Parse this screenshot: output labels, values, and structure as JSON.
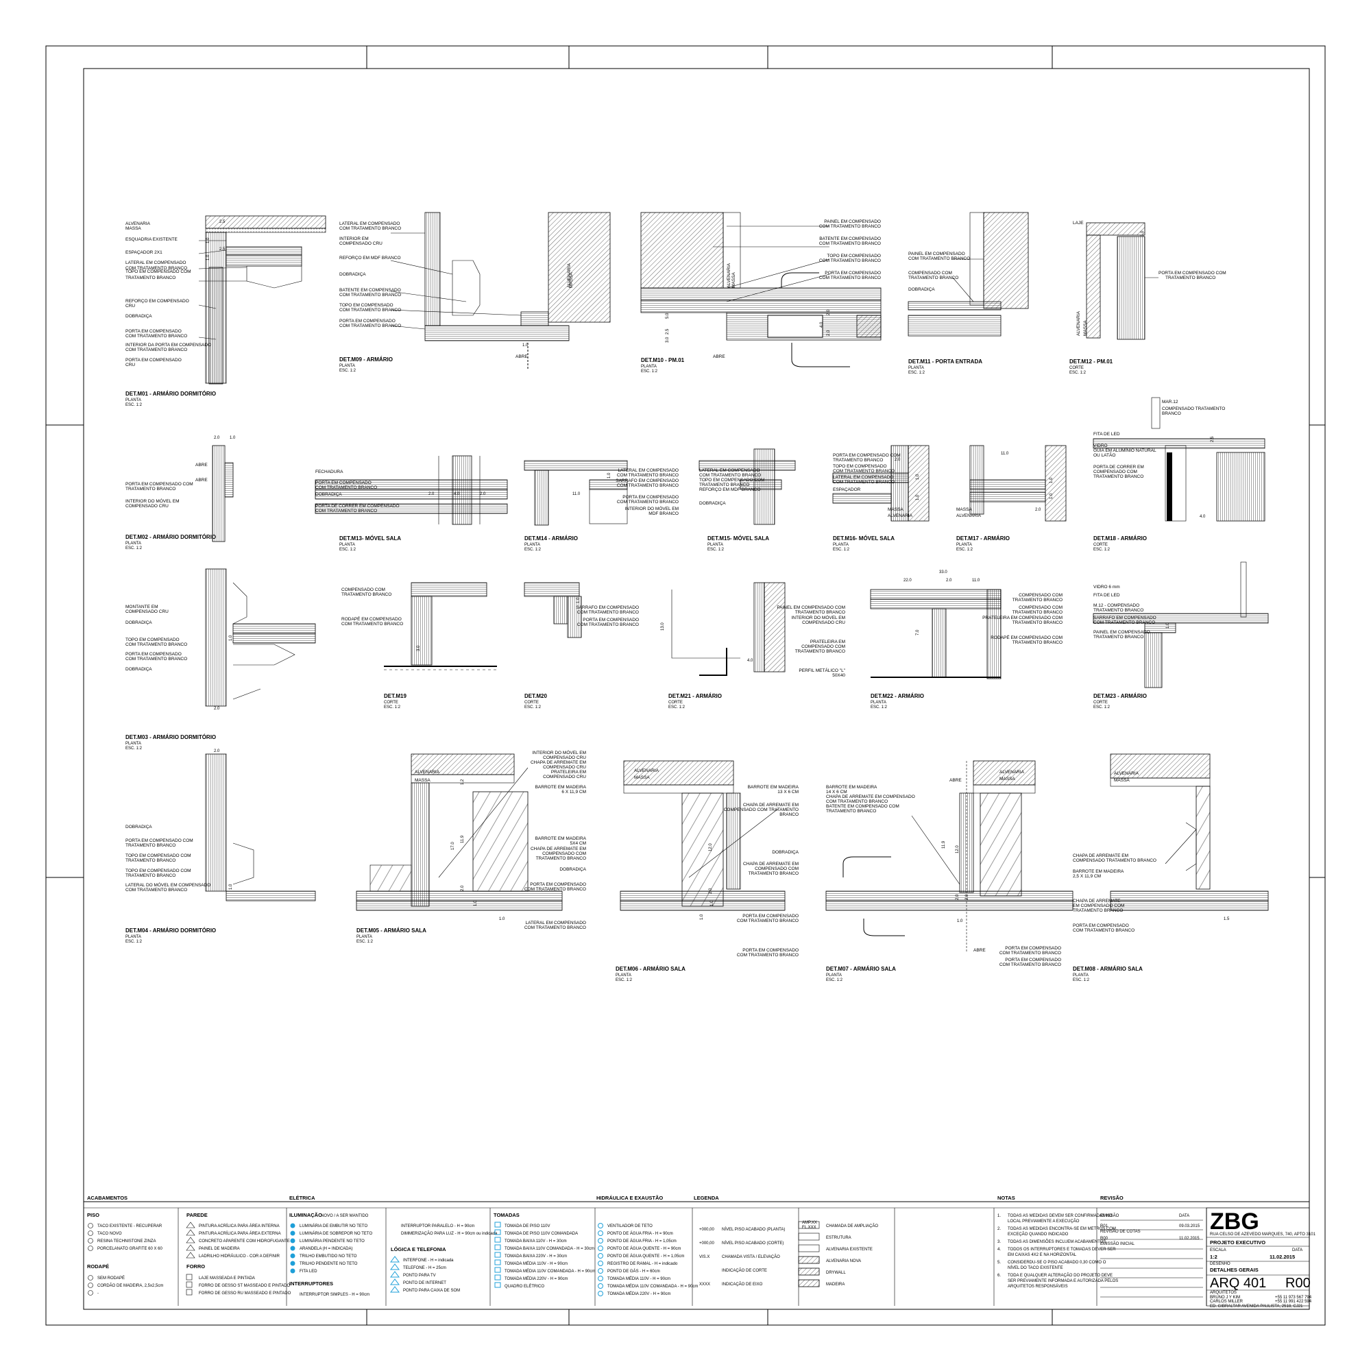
{
  "details": [
    {
      "id": "m01",
      "title": "DET.M01 - ARMÁRIO  DORMITÓRIO",
      "view": "PLANTA",
      "scale": "ESC. 1:2",
      "labels": [
        "ALVENARIA",
        "MASSA",
        "ESQUADRIA EXISTENTE",
        "ESPAÇADOR 2X1",
        "LATERAL EM COMPENSADO",
        "COM TRATAMENTO BRANCO",
        "TOPO EM COMPENSADO COM",
        "TRATAMENTO BRANCO",
        "REFORÇO EM COMPENSADO",
        "CRU",
        "DOBRADIÇA",
        "PORTA EM COMPENSADO",
        "COM TRATAMENTO BRANCO",
        "INTERIOR DA PORTA EM COMPENSADO",
        "COM TRATAMENTO BRANCO",
        "PORTA EM COMPENSADO",
        "CRU"
      ],
      "dims": [
        "2.5",
        "1.0",
        "1.0",
        "2.5"
      ]
    },
    {
      "id": "m09",
      "title": "DET.M09 -  ARMÁRIO",
      "view": "PLANTA",
      "scale": "ESC. 1:2",
      "labels": [
        "LATERAL EM COMPENSADO",
        "COM TRATAMENTO BRANCO",
        "INTERIOR EM",
        "COMPENSADO CRU",
        "REFORÇO EM MDF BRANCO",
        "DOBRADIÇA",
        "BATENTE EM COMPENSADO",
        "COM TRATAMENTO BRANCO",
        "TOPO EM COMPENSADO",
        "COM TRATAMENTO BRANCO",
        "PORTA EM COMPENSADO",
        "COM TRATAMENTO BRANCO",
        "MASSA",
        "ALVENARIA",
        "ABRE"
      ],
      "dims": [
        "1.0"
      ]
    },
    {
      "id": "m10",
      "title": "DET.M10 - PM.01",
      "view": "PLANTA",
      "scale": "ESC. 1:2",
      "labels": [
        "PAINEL EM COMPENSADO",
        "COM TRATAMENTO BRANCO",
        "BATENTE EM COMPENSADO",
        "COM TRATAMENTO BRANCO",
        "TOPO EM COMPENSADO",
        "COM TRATAMENTO BRANCO",
        "PORTA EM COMPENSADO",
        "COM TRATAMENTO BRANCO",
        "ALVENARIA",
        "MASSA",
        "ABRE"
      ],
      "dims": [
        "5.0",
        "2.5",
        "3.0",
        "4.0",
        "2.0",
        "2.0"
      ]
    },
    {
      "id": "m11",
      "title": "DET.M11 - PORTA ENTRADA",
      "view": "PLANTA",
      "scale": "ESC. 1:2",
      "labels": [
        "PAINEL EM COMPENSADO",
        "COM TRATAMENTO BRANCO",
        "COMPENSADO COM",
        "TRATAMENTO BRANCO",
        "DOBRADIÇA"
      ],
      "dims": []
    },
    {
      "id": "m12",
      "title": "DET.M12 -  PM.01",
      "view": "CORTE",
      "scale": "ESC. 1:2",
      "labels": [
        "LAJE",
        "PORTA EM COMPENSADO COM",
        "TRATAMENTO BRANCO",
        "ALVENARIA",
        "MASSA"
      ],
      "dims": [
        "1.0"
      ]
    },
    {
      "id": "m02",
      "title": "DET.M02 - ARMÁRIO  DORMITÓRIO",
      "view": "PLANTA",
      "scale": "ESC. 1:2",
      "labels": [
        "ABRE",
        "ABRE",
        "PORTA EM COMPENSADO COM",
        "TRATAMENTO BRANCO",
        "INTERIOR DO MÓVEL EM",
        "COMPENSADO CRU"
      ],
      "dims": [
        "2.0",
        "1.0"
      ]
    },
    {
      "id": "m13",
      "title": "DET.M13- MÓVEL SALA",
      "view": "PLANTA",
      "scale": "ESC. 1:2",
      "labels": [
        "FECHADURA",
        "PORTA EM COMPENSADO",
        "COM TRATAMENTO BRANCO",
        "DOBRADIÇA",
        "PORTA DE CORRER EM COMPENSADO",
        "COM TRATAMENTO BRANCO"
      ],
      "dims": [
        "2.0",
        "4.0",
        "2.0"
      ]
    },
    {
      "id": "m14",
      "title": "DET.M14 -  ARMÁRIO",
      "view": "PLANTA",
      "scale": "ESC. 1:2",
      "labels": [
        "LATERAL EM COMPENSADO",
        "COM TRATAMENTO BRANCO",
        "SARRAFO EM COMPENSADO",
        "COM TRATAMENTO BRANCO",
        "PORTA EM COMPENSADO",
        "COM TRATAMENTO BRANCO",
        "INTERIOR DO MÓVEL EM",
        "MDF BRANCO"
      ],
      "dims": [
        "11.0",
        "1.0"
      ]
    },
    {
      "id": "m15",
      "title": "DET.M15- MÓVEL SALA",
      "view": "PLANTA",
      "scale": "ESC. 1:2",
      "labels": [
        "LATERAL EM COMPENSADO",
        "COM TRATAMENTO BRANCO",
        "TOPO EM COMPENSADO COM",
        "TRATAMENTO BRANCO",
        "REFORÇO EM MDF BRANCO",
        "DOBRADIÇA"
      ],
      "dims": []
    },
    {
      "id": "m16",
      "title": "DET.M16- MÓVEL SALA",
      "view": "PLANTA",
      "scale": "ESC. 1:2",
      "labels": [
        "PORTA EM COMPENSADO COM",
        "TRATAMENTO BRANCO",
        "TOPO EM COMPENSADO",
        "COM TRATAMENTO BRANCO",
        "LATERAL EM COMPENSADO",
        "COM TRATAMENTO BRANCO",
        "ESPAÇADOR",
        "MASSA",
        "ALVENARIA"
      ],
      "dims": [
        "2.0",
        "1.0",
        "1.0"
      ]
    },
    {
      "id": "m17",
      "title": "DET.M17 -  ARMÁRIO",
      "view": "PLANTA",
      "scale": "ESC. 1:2",
      "labels": [
        "MASSA",
        "ALVENARIA"
      ],
      "dims": [
        "11.0",
        "1.0",
        "1.0",
        "2.0"
      ]
    },
    {
      "id": "m18",
      "title": "DET.M18 -  ARMÁRIO",
      "view": "CORTE",
      "scale": "ESC. 1:2",
      "labels": [
        "MAR.12",
        "COMPENSADO TRATAMENTO",
        "BRANCO",
        "FITA DE LED",
        "VIDRO",
        "GUIA EM ALUMÍNIO NATURAL",
        "OU LATÃO",
        "PORTA DE CORRER EM",
        "COMPENSADO COM",
        "TRATAMENTO BRANCO"
      ],
      "dims": [
        "2.5",
        "4.0"
      ]
    },
    {
      "id": "m03",
      "title": "DET.M03 - ARMÁRIO  DORMITÓRIO",
      "view": "PLANTA",
      "scale": "ESC. 1:2",
      "labels": [
        "MONTANTE  EM",
        "COMPENSADO CRU",
        "DOBRADIÇA",
        "TOPO EM COMPENSADO",
        "COM TRATAMENTO BRANCO",
        "PORTA  EM COMPENSADO",
        "COM TRATAMENTO BRANCO",
        "DOBRADIÇA"
      ],
      "dims": [
        "2.0",
        "1.0"
      ]
    },
    {
      "id": "m19",
      "title": "DET.M19",
      "view": "CORTE",
      "scale": "ESC. 1:2",
      "labels": [
        "COMPENSADO COM",
        "TRATAMENTO BRANCO",
        "RODAPÉ EM COMPENSADO",
        "COM TRATAMENTO BRANCO"
      ],
      "dims": [
        "3.0"
      ]
    },
    {
      "id": "m20",
      "title": "DET.M20",
      "view": "CORTE",
      "scale": "ESC. 1:2",
      "labels": [
        "SARRAFO EM COMPENSADO",
        "COM TRATAMENTO BRANCO",
        "PORTA EM COMPENSADO",
        "COM TRATAMENTO BRANCO"
      ],
      "dims": [
        "1.0"
      ]
    },
    {
      "id": "m21",
      "title": "DET.M21 -  ARMÁRIO",
      "view": "CORTE",
      "scale": "ESC. 1:2",
      "labels": [
        "PAINEL EM COMPENSADO COM",
        "TRATAMENTO BRANCO",
        "INTERIOR DO MÓVEL EM",
        "COMPENSADO CRU",
        "PRATELEIRA EM",
        "COMPENSADO COM",
        "TRATAMENTO BRANCO",
        "PERFIL METÁLICO \"L\"",
        "50X40"
      ],
      "dims": [
        "13.0",
        "4.0"
      ]
    },
    {
      "id": "m22",
      "title": "DET.M22 -  ARMÁRIO",
      "view": "PLANTA",
      "scale": "ESC. 1:2",
      "labels": [
        "COMPENSADO COM",
        "TRATAMENTO BRANCO",
        "COMPENSADO COM",
        "TRATAMENTO BRANCO",
        "PRATELEIRA EM COMPENSADO COM",
        "TRATAMENTO BRANCO",
        "RODAPÉ EM COMPENSADO COM",
        "TRATAMENTO BRANCO"
      ],
      "dims": [
        "33.0",
        "22.0",
        "2.0",
        "11.0",
        "7.0"
      ]
    },
    {
      "id": "m23",
      "title": "DET.M23 -  ARMÁRIO",
      "view": "CORTE",
      "scale": "ESC. 1:2",
      "labels": [
        "VIDRO 6 mm",
        "FITA DE LED",
        "M.12 - COMPENSADO",
        "TRATAMENTO BRANCO",
        "SARRAFO EM COMPENSADO",
        "COM TRATAMENTO BRANCO",
        "PAINEL EM COMPENSADO",
        "TRATAMENTO BRANCO"
      ],
      "dims": [
        "1.0"
      ]
    },
    {
      "id": "m04",
      "title": "DET.M04 - ARMÁRIO  DORMITÓRIO",
      "view": "PLANTA",
      "scale": "ESC. 1:2",
      "labels": [
        "DOBRADIÇA",
        "PORTA EM COMPENSADO COM",
        "TRATAMENTO BRANCO",
        "TOPO EM COMPENSADO COM",
        "TRATAMENTO BRANCO",
        "TOPO EM COMPENSADO COM",
        "TRATAMENTO BRANCO",
        "LATERAL DO MÓVEL EM COMPENSADO",
        "COM TRATAMENTO BRANCO"
      ],
      "dims": [
        "2.0",
        "1.0"
      ]
    },
    {
      "id": "m05",
      "title": "DET.M05 -  ARMÁRIO SALA",
      "view": "PLANTA",
      "scale": "ESC. 1:2",
      "labels": [
        "INTERIOR DO MÓVEL EM",
        "COMPENSADO CRU",
        "CHAPA DE ARREMATE EM",
        "COMPENSADO CRU",
        "PRATELEIRA EM",
        "COMPENSADO CRU",
        "BARROTE EM MADEIRA",
        "6 X 11,9 CM",
        "BARROTE EM MADEIRA",
        "5X4 CM",
        "CHAPA DE ARREMATE EM",
        "COMPENSADO COM",
        "TRATAMENTO BRANCO",
        "DOBRADIÇA",
        "PORTA EM COMPENSADO",
        "COM TRATAMENTO BRANCO",
        "LATERAL EM COMPENSADO",
        "COM TRATAMENTO BRANCO",
        "ALVENARIA",
        "MASSA"
      ],
      "dims": [
        "1.2",
        "11.9",
        "17.0",
        "2.0",
        "1.0",
        "1.0"
      ]
    },
    {
      "id": "m06",
      "title": "DET.M06 -  ARMÁRIO SALA",
      "view": "PLANTA",
      "scale": "ESC. 1:2",
      "labels": [
        "BARROTE EM MADEIRA",
        "13 X 6 CM",
        "CHAPA DE ARREMATE EM",
        "COMPENSADO COM TRATAMENTO",
        "BRANCO",
        "DOBRADIÇA",
        "CHAPA DE ARREMATE EM",
        "COMPENSADO COM",
        "TRATAMENTO BRANCO",
        "PORTA EM COMPENSADO",
        "COM TRATAMENTO BRANCO",
        "PORTA EM COMPENSADO",
        "COM TRATAMENTO BRANCO",
        "ALVENARIA",
        "MASSA"
      ],
      "dims": [
        "12.0",
        "2.0",
        "1.0",
        "1.0"
      ]
    },
    {
      "id": "m07",
      "title": "DET.M07 -  ARMÁRIO SALA",
      "view": "PLANTA",
      "scale": "ESC. 1:2",
      "labels": [
        "BARROTE EM MADEIRA",
        "14 X 6 CM",
        "CHAPA DE ARREMATE EM COMPENSADO",
        "COM TRATAMENTO BRANCO",
        "BATENTE EM COMPENSADO COM",
        "TRATAMENTO BRANCO",
        "ABRE",
        "ABRE",
        "PORTA EM COMPENSADO",
        "COM TRATAMENTO BRANCO",
        "PORTA EM COMPENSADO",
        "COM TRATAMENTO BRANCO",
        "ALVENARIA",
        "MASSA"
      ],
      "dims": [
        "11.9",
        "12.0",
        "2.0",
        "2.0",
        "1.0"
      ]
    },
    {
      "id": "m08",
      "title": "DET.M08 -  ARMÁRIO SALA",
      "view": "PLANTA",
      "scale": "ESC. 1:2",
      "labels": [
        "CHAPA DE ARREMATE EM",
        "COMPENSADO TRATAMENTO BRANCO",
        "BARROTE EM MADEIRA",
        "2,5 X 11,9 CM",
        "CHAPA DE ARREMATE",
        "EM COMPENSADO COM",
        "TRATAMENTO BRANCO",
        "PORTA EM COMPENSADO",
        "COM TRATAMENTO BRANCO",
        "ALVENARIA",
        "MASSA"
      ],
      "dims": [
        "1.5"
      ]
    }
  ],
  "legend": {
    "acabamentos": {
      "heading": "ACABAMENTOS",
      "piso_title": "PISO",
      "piso": [
        "TACO EXISTENTE - RECUPERAR",
        "TACO NOVO",
        "RESINA TECHNISTONE ZINZA",
        "PORCELANATO GRAFITE 60 X 60"
      ],
      "rodape_title": "RODAPÉ",
      "rodape": [
        "SEM RODAPÉ",
        "CORDÃO DE MADEIRA, 2,5x2,5cm",
        "-"
      ],
      "parede_title": "PAREDE",
      "parede": [
        "PINTURA ACRÍLICA PARA ÁREA INTERNA",
        "PINTURA ACRÍLICA PARA ÁREA EXTERNA",
        "CONCRETO APARENTE COM HIDROFUGANTE",
        "PAINEL DE MADEIRA",
        "LADRILHO HIDRÁULICO - COR A DEFINIR"
      ],
      "forro_title": "FORRO",
      "forro": [
        "LAJE MASSEADA E PINTADA",
        "FORRO DE GESSO ST MASSEADO E PINTADO",
        "FORRO DE GESSO RU MASSEADO E PINTADO"
      ]
    },
    "eletrica": {
      "heading": "ELÉTRICA",
      "iluminacao_title": "ILUMINAÇÃO",
      "iluminacao_note": "NOVO / A SER MANTIDO",
      "iluminacao": [
        "LUMINÁRIA DE EMBUTIR NO TETO",
        "LUMINÁRIA DE SOBREPOR NO TETO",
        "LUMINÁRIA PENDENTE NO TETO",
        "ARANDELA (H = INDICADA)",
        "TRILHO EMBUTIDO NO TETO",
        "TRILHO PENDENTE NO TETO",
        "FITA LED"
      ],
      "interruptores_title": "INTERRUPTORES",
      "interruptores": [
        "INTERRUPTOR SIMPLES - H = 90cm"
      ],
      "col2": [
        "INTERRUPTOR PARALELO - H = 90cm",
        "DIMMERIZAÇÃO PARA LUZ - H = 90cm ou indicada"
      ],
      "logica_title": "LÓGICA E TELEFONIA",
      "logica": [
        "INTERFONE - H = indicada",
        "TELEFONE - H = 25cm",
        "PONTO PARA TV",
        "PONTO DE INTERNET",
        "PONTO PARA CAIXA DE SOM"
      ],
      "tomadas_title": "TOMADAS",
      "tomadas": [
        "TOMADA DE PISO 110V",
        "TOMADA DE PISO 110V COMANDADA",
        "TOMADA BAIXA 110V - H = 30cm",
        "TOMADA BAIXA 110V COMANDADA - H = 30cm",
        "TOMADA BAIXA 220V - H = 30cm",
        "TOMADA MÉDIA 110V - H = 90cm",
        "TOMADA MÉDIA 110V COMANDADA - H = 90cm",
        "TOMADA MÉDIA 220V - H = 90cm",
        "QUADRO ELÉTRICO"
      ]
    },
    "hidraulica": {
      "heading": "HIDRÁULICA E EXAUSTÃO",
      "items": [
        "VENTILADOR DE TETO",
        "PONTO DE ÁGUA FRIA - H = 90cm",
        "PONTO DE ÁGUA FRIA - H = 1,05cm",
        "PONTO DE ÁGUA QUENTE - H = 90cm",
        "PONTO DE ÁGUA QUENTE - H = 1,05cm",
        "REGISTRO DE RAMAL - H = indicado",
        "PONTO DE GÁS - H = 60cm",
        "TOMADA MÉDIA 110V - H = 90cm",
        "TOMADA MÉDIA 110V COMANDADA - H = 90cm",
        "TOMADA MÉDIA 220V - H = 90cm"
      ]
    },
    "legenda": {
      "heading": "LEGENDA",
      "items": [
        "NÍVEL PISO ACABADO (PLANTA)",
        "NÍVEL PISO ACABADO (CORTE)",
        "CHAMADA VISTA / ELEVAÇÃO",
        "INDICAÇÃO DE CORTE",
        "INDICAÇÃO DE EIXO"
      ],
      "item_marks": [
        "+000,00",
        "+000,00",
        "VIS.X",
        "",
        "XXXX"
      ],
      "items2": [
        "CHAMADA DE AMPLIAÇÃO",
        "ESTRUTURA",
        "ALVENARIA EXISTENTE",
        "ALVENARIA NOVA",
        "DRYWALL",
        "MADEIRA"
      ],
      "amp_mark": [
        "AMP.XX",
        "FL.XXX"
      ]
    },
    "notas": {
      "heading": "NOTAS",
      "items": [
        "TODAS AS MEDIDAS DEVEM SER CONFIRMADAS NO LOCAL PREVIAMENTE A EXECUÇÃO",
        "TODAS AS MEDIDAS ENCONTRA-SE EM METROS COM EXCEÇÃO QUANDO INDICADO",
        "TODAS AS DIMENSÕES INCLUEM ACABAMENTOS",
        "TODOS OS INTERRUPTORES E TOMADAS DEVER SER EM CAIXAS 4X2 E NA HORIZONTAL",
        "CONSIDERDU-SE O PISO ACABADO 0,30 COMO O NÍVEL DO TACO EXISTENTE",
        "TODA E QUALQUER ALTERAÇÃO DO PROJETO DEVE SER PREVIAMENTE INFORMADA E AUTORIZADA PELOS ARQUITETOS RESPONSÁVEIS"
      ]
    },
    "revisao": {
      "heading": "REVISÃO",
      "emissao_label": "EMISSÃO",
      "data_label": "DATA",
      "rows": [
        {
          "code": "R01",
          "date": "09.03.2015",
          "desc": "REVISÃO DE COTAS"
        },
        {
          "code": "R00",
          "date": "11.02.2015",
          "desc": "EMISSÃO INICIAL"
        }
      ]
    },
    "title_block": {
      "logo": "ZBG",
      "address": "RUA CELSO DE AZEVEDO MARQUES, 740, APTO 3101",
      "project": "PROJETO EXECUTIVO",
      "escala_label": "ESCALA",
      "escala": "1:2",
      "data_label": "DATA",
      "data": "11.02.2015",
      "desenho_label": "DESENHO",
      "desenho": "DETALHES GERAIS",
      "code": "ARQ 401",
      "rev": "R00",
      "arquitetos_label": "ARQUITETOS",
      "arq1": "BRUNO J Y KIM",
      "arq2": "CARLOS MILLER",
      "tel1": "+55 11 973 567 794",
      "tel2": "+55 11 991 422 594",
      "footer": "ED. GIBRALTAR AVENIDA PAULISTA, 2518, CJ21"
    }
  },
  "colors": {
    "accent": "#1e9fd8",
    "ink": "#000000",
    "paper": "#ffffff"
  }
}
